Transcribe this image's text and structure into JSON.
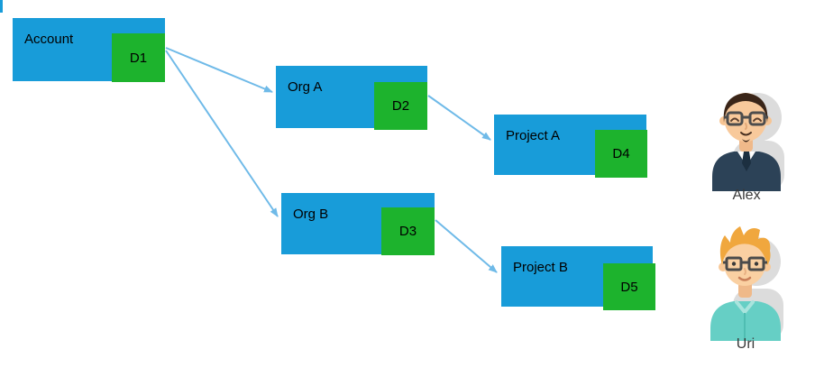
{
  "diagram": {
    "colors": {
      "node_fill": "#189CD9",
      "badge_fill": "#1DB32D",
      "arrow": "#6FBAE8",
      "label_text": "#000000"
    },
    "nodes": [
      {
        "id": "account",
        "label": "Account",
        "badge": "D1"
      },
      {
        "id": "org-a",
        "label": "Org A",
        "badge": "D2"
      },
      {
        "id": "org-b",
        "label": "Org B",
        "badge": "D3"
      },
      {
        "id": "project-a",
        "label": "Project A",
        "badge": "D4"
      },
      {
        "id": "project-b",
        "label": "Project B",
        "badge": "D5"
      }
    ],
    "edges": [
      {
        "from": "account",
        "to": "org-a"
      },
      {
        "from": "account",
        "to": "org-b"
      },
      {
        "from": "org-a",
        "to": "project-a"
      },
      {
        "from": "org-b",
        "to": "project-b"
      }
    ]
  },
  "users": [
    {
      "name": "Alex"
    },
    {
      "name": "Uri"
    }
  ]
}
